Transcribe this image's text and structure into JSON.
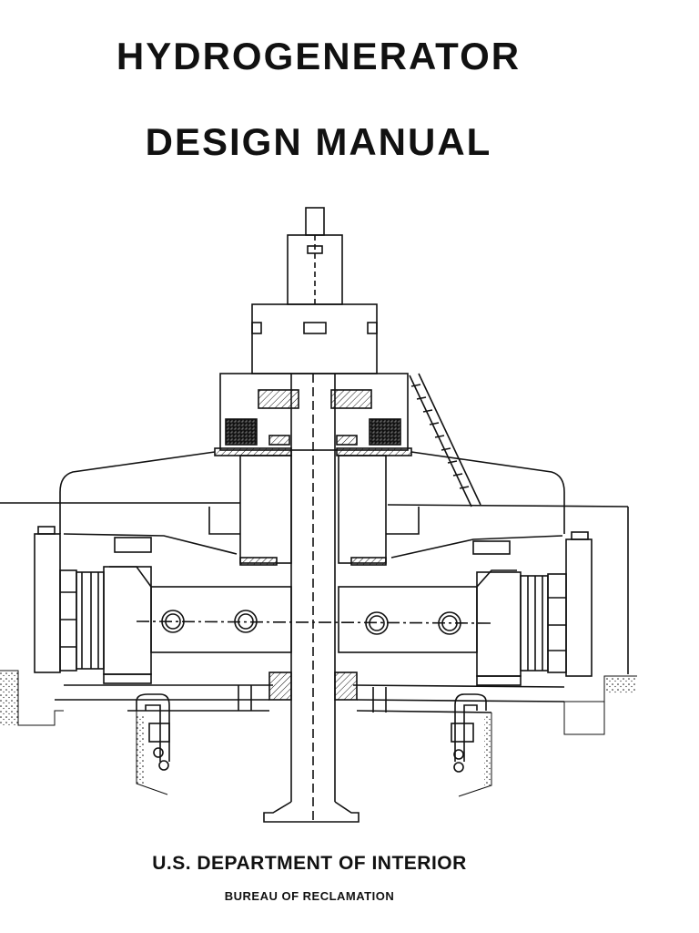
{
  "cover": {
    "title_line1": "HYDROGENERATOR",
    "title_line2": "DESIGN MANUAL",
    "department": "U.S. DEPARTMENT OF INTERIOR",
    "bureau": "BUREAU OF RECLAMATION"
  },
  "illustration": {
    "subject": "hydrogenerator-cross-section",
    "ink_color": "#111111"
  }
}
